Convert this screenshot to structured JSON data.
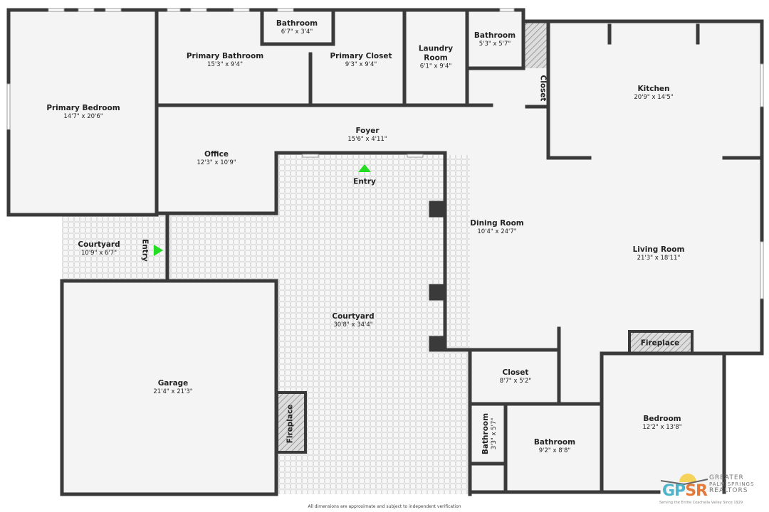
{
  "rooms": {
    "primary_bedroom": {
      "name": "Primary Bedroom",
      "dims": "14'7\" x 20'6\""
    },
    "primary_bathroom": {
      "name": "Primary Bathroom",
      "dims": "15'3\" x 9'4\""
    },
    "bathroom_small": {
      "name": "Bathroom",
      "dims": "6'7\" x 3'4\""
    },
    "primary_closet": {
      "name": "Primary Closet",
      "dims": "9'3\" x 9'4\""
    },
    "laundry": {
      "name": "Laundry Room",
      "dims": "6'1\" x 9'4\""
    },
    "bathroom_top": {
      "name": "Bathroom",
      "dims": "5'3\" x 5'7\""
    },
    "closet_top": {
      "name": "Closet"
    },
    "kitchen": {
      "name": "Kitchen",
      "dims": "20'9\" x 14'5\""
    },
    "foyer": {
      "name": "Foyer",
      "dims": "15'6\" x 4'11\""
    },
    "office": {
      "name": "Office",
      "dims": "12'3\" x 10'9\""
    },
    "courtyard_small": {
      "name": "Courtyard",
      "dims": "10'9\" x 6'7\""
    },
    "dining": {
      "name": "Dining Room",
      "dims": "10'4\" x 24'7\""
    },
    "living": {
      "name": "Living Room",
      "dims": "21'3\" x 18'11\""
    },
    "courtyard_main": {
      "name": "Courtyard",
      "dims": "30'8\" x 34'4\""
    },
    "garage": {
      "name": "Garage",
      "dims": "21'4\" x 21'3\""
    },
    "closet_bottom": {
      "name": "Closet",
      "dims": "8'7\" x 5'2\""
    },
    "bathroom_narrow": {
      "name": "Bathroom",
      "dims": "3'3\" x 5'7\""
    },
    "bathroom_bottom": {
      "name": "Bathroom",
      "dims": "9'2\" x 8'8\""
    },
    "bedroom": {
      "name": "Bedroom",
      "dims": "12'2\" x 13'8\""
    }
  },
  "labels": {
    "entry_main": "Entry",
    "entry_side": "Entry",
    "fireplace_living": "Fireplace",
    "fireplace_courtyard": "Fireplace"
  },
  "footer": "All dimensions are approximate and subject to independent verification",
  "logo": {
    "mark": "GPSR",
    "line1": "GREATER",
    "line2": "PALM SPRINGS",
    "line3": "REALTORS",
    "tagline": "Serving the Entire Coachella Valley Since 1929"
  },
  "colors": {
    "wall": "#3a3a3a",
    "floor": "#f4f4f4",
    "courtyard": "#e6e6e6",
    "entry_marker": "#22dd22"
  }
}
